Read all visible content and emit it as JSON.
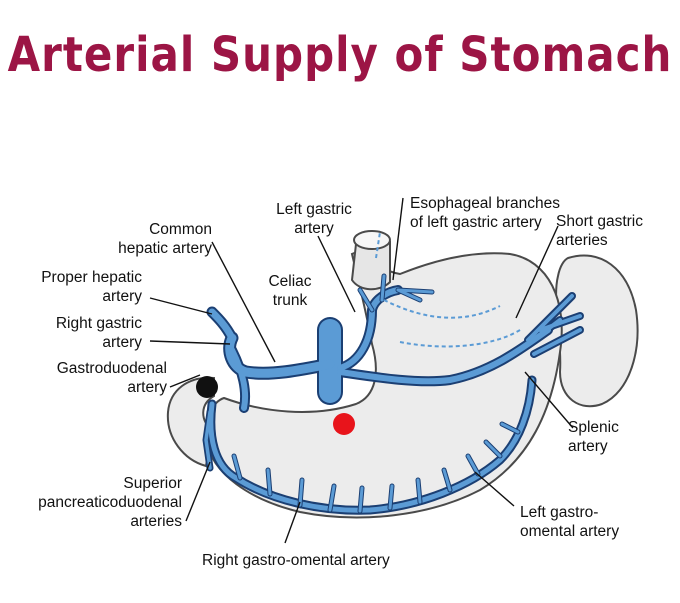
{
  "title": "Arterial Supply of Stomach",
  "labels": {
    "left_gastric": "Left gastric artery",
    "esophageal": "Esophageal branches of left gastric artery",
    "common_hepatic": "Common hepatic artery",
    "short_gastric": "Short gastric arteries",
    "celiac": "Celiac trunk",
    "proper_hepatic": "Proper hepatic artery",
    "right_gastric": "Right gastric artery",
    "gastroduodenal": "Gastroduodenal artery",
    "splenic": "Splenic artery",
    "superior_pd": "Superior pancreaticoduodenal arteries",
    "left_go": "Left gastro-omental artery",
    "right_go": "Right gastro-omental artery"
  },
  "colors": {
    "title": "#9c1545",
    "artery": "#5b9bd5",
    "artery_outline": "#1b3f73",
    "organ": "#ececec",
    "organ_outline": "#4a4a4a",
    "marker_red": "#e8141b",
    "marker_black": "#111111"
  }
}
